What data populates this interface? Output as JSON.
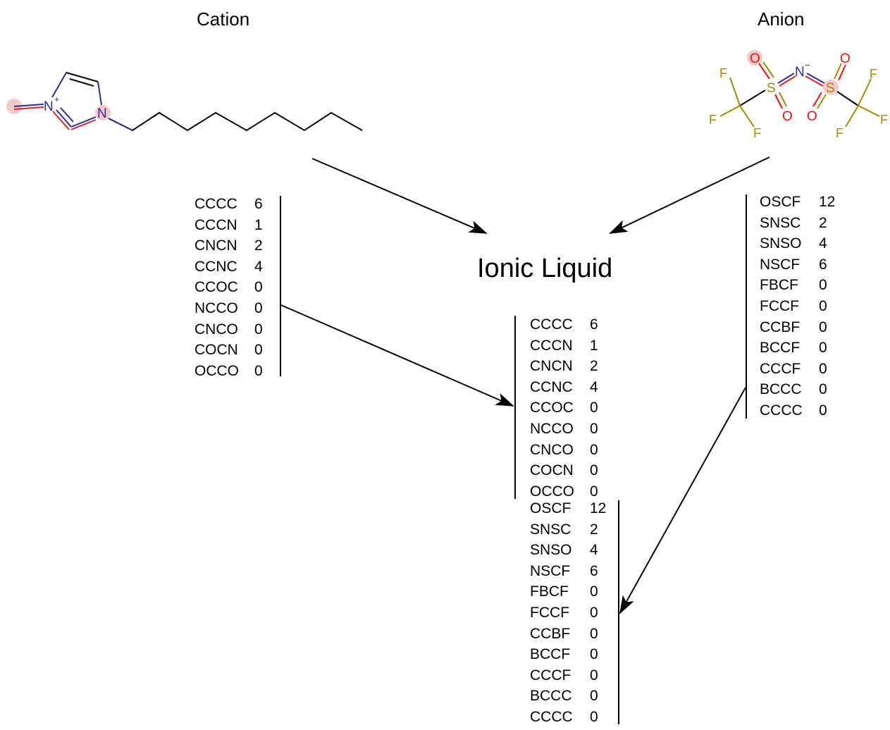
{
  "headings": {
    "cation": "Cation",
    "anion": "Anion",
    "product": "Ionic Liquid"
  },
  "molecule_labels": {
    "cation": {
      "n_plus": "N",
      "charge_plus": "+",
      "n": "N"
    },
    "anion": {
      "n_minus": "N",
      "charge_minus": "−",
      "s": "S",
      "o": "O",
      "f": "F"
    }
  },
  "colors": {
    "carbon_bond": "#000000",
    "nitrogen": "#2b2b9e",
    "oxygen": "#ff0d0d",
    "sulfur": "#a08c00",
    "fluorine": "#a08c00",
    "highlight": "#f6c9c9"
  },
  "tables": {
    "cation": [
      {
        "code": "CCCC",
        "count": "6"
      },
      {
        "code": "CCCN",
        "count": "1"
      },
      {
        "code": "CNCN",
        "count": "2"
      },
      {
        "code": "CCNC",
        "count": "4"
      },
      {
        "code": "CCOC",
        "count": "0"
      },
      {
        "code": "NCCO",
        "count": "0"
      },
      {
        "code": "CNCO",
        "count": "0"
      },
      {
        "code": "COCN",
        "count": "0"
      },
      {
        "code": "OCCO",
        "count": "0"
      }
    ],
    "anion": [
      {
        "code": "OSCF",
        "count": "12"
      },
      {
        "code": "SNSC",
        "count": "2"
      },
      {
        "code": "SNSO",
        "count": "4"
      },
      {
        "code": "NSCF",
        "count": "6"
      },
      {
        "code": "FBCF",
        "count": "0"
      },
      {
        "code": "FCCF",
        "count": "0"
      },
      {
        "code": "CCBF",
        "count": "0"
      },
      {
        "code": "BCCF",
        "count": "0"
      },
      {
        "code": "CCCF",
        "count": "0"
      },
      {
        "code": "BCCC",
        "count": "0"
      },
      {
        "code": "CCCC",
        "count": "0"
      }
    ],
    "product_cation": [
      {
        "code": "CCCC",
        "count": "6"
      },
      {
        "code": "CCCN",
        "count": "1"
      },
      {
        "code": "CNCN",
        "count": "2"
      },
      {
        "code": "CCNC",
        "count": "4"
      },
      {
        "code": "CCOC",
        "count": "0"
      },
      {
        "code": "NCCO",
        "count": "0"
      },
      {
        "code": "CNCO",
        "count": "0"
      },
      {
        "code": "COCN",
        "count": "0"
      },
      {
        "code": "OCCO",
        "count": "0"
      }
    ],
    "product_anion": [
      {
        "code": "OSCF",
        "count": "12"
      },
      {
        "code": "SNSC",
        "count": "2"
      },
      {
        "code": "SNSO",
        "count": "4"
      },
      {
        "code": "NSCF",
        "count": "6"
      },
      {
        "code": "FBCF",
        "count": "0"
      },
      {
        "code": "FCCF",
        "count": "0"
      },
      {
        "code": "CCBF",
        "count": "0"
      },
      {
        "code": "BCCF",
        "count": "0"
      },
      {
        "code": "CCCF",
        "count": "0"
      },
      {
        "code": "BCCC",
        "count": "0"
      },
      {
        "code": "CCCC",
        "count": "0"
      }
    ]
  }
}
